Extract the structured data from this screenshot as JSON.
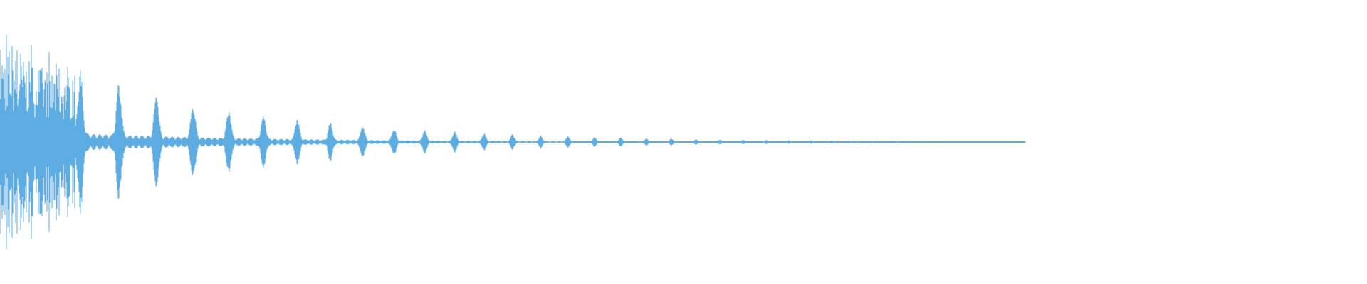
{
  "waveform": {
    "color": "#5dade2",
    "background": "#ffffff",
    "audible_fraction": 0.75,
    "peak_amplitude": 1.0,
    "envelope": {
      "attack_noise_fraction": 0.055,
      "decay_rate": 5.2
    }
  }
}
